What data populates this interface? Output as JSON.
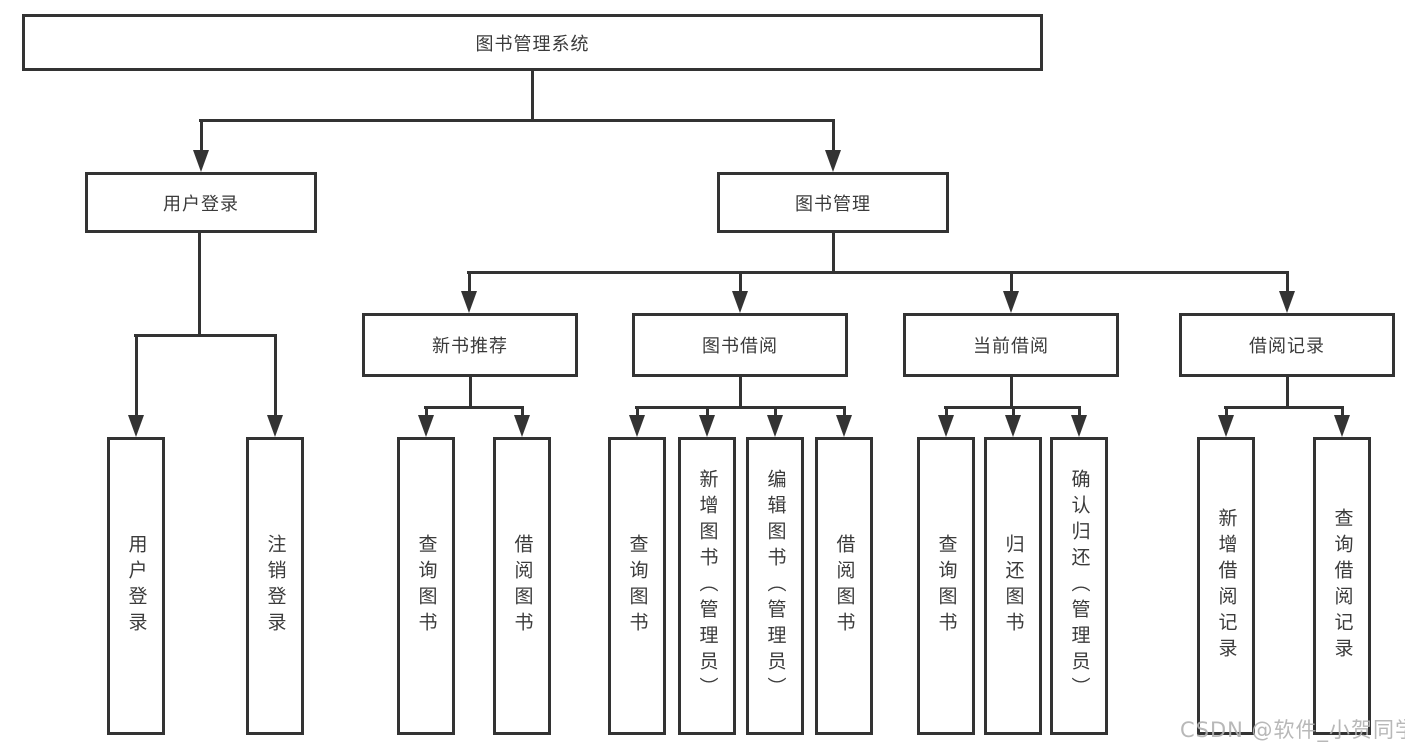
{
  "diagram": {
    "title": "图书管理系统",
    "colors": {
      "background": "#ffffff",
      "line": "#333333",
      "box_border": "#333333",
      "text": "#3b3b3b",
      "watermark": "#b2b2b2"
    },
    "nodes": {
      "root": {
        "label": "图书管理系统"
      },
      "user_login": {
        "label": "用户登录"
      },
      "book_management": {
        "label": "图书管理"
      },
      "new_book_recommend": {
        "label": "新书推荐"
      },
      "book_borrowing": {
        "label": "图书借阅"
      },
      "current_borrowing": {
        "label": "当前借阅"
      },
      "borrowing_records": {
        "label": "借阅记录"
      },
      "leaf_user_login": {
        "label": "用户登录"
      },
      "leaf_logout": {
        "label": "注销登录"
      },
      "leaf_query_books_recommend": {
        "label": "查询图书"
      },
      "leaf_borrow_books_recommend": {
        "label": "借阅图书"
      },
      "leaf_query_books_borrowing": {
        "label": "查询图书"
      },
      "leaf_add_books_admin": {
        "label": "新增图书（管理员）"
      },
      "leaf_edit_books_admin": {
        "label": "编辑图书（管理员）"
      },
      "leaf_borrow_books_borrowing": {
        "label": "借阅图书"
      },
      "leaf_query_books_current": {
        "label": "查询图书"
      },
      "leaf_return_books": {
        "label": "归还图书"
      },
      "leaf_confirm_return_admin": {
        "label": "确认归还（管理员）"
      },
      "leaf_add_borrow_record": {
        "label": "新增借阅记录"
      },
      "leaf_query_borrow_record": {
        "label": "查询借阅记录"
      }
    },
    "watermark": "CSDN @软件_小贺同学"
  }
}
